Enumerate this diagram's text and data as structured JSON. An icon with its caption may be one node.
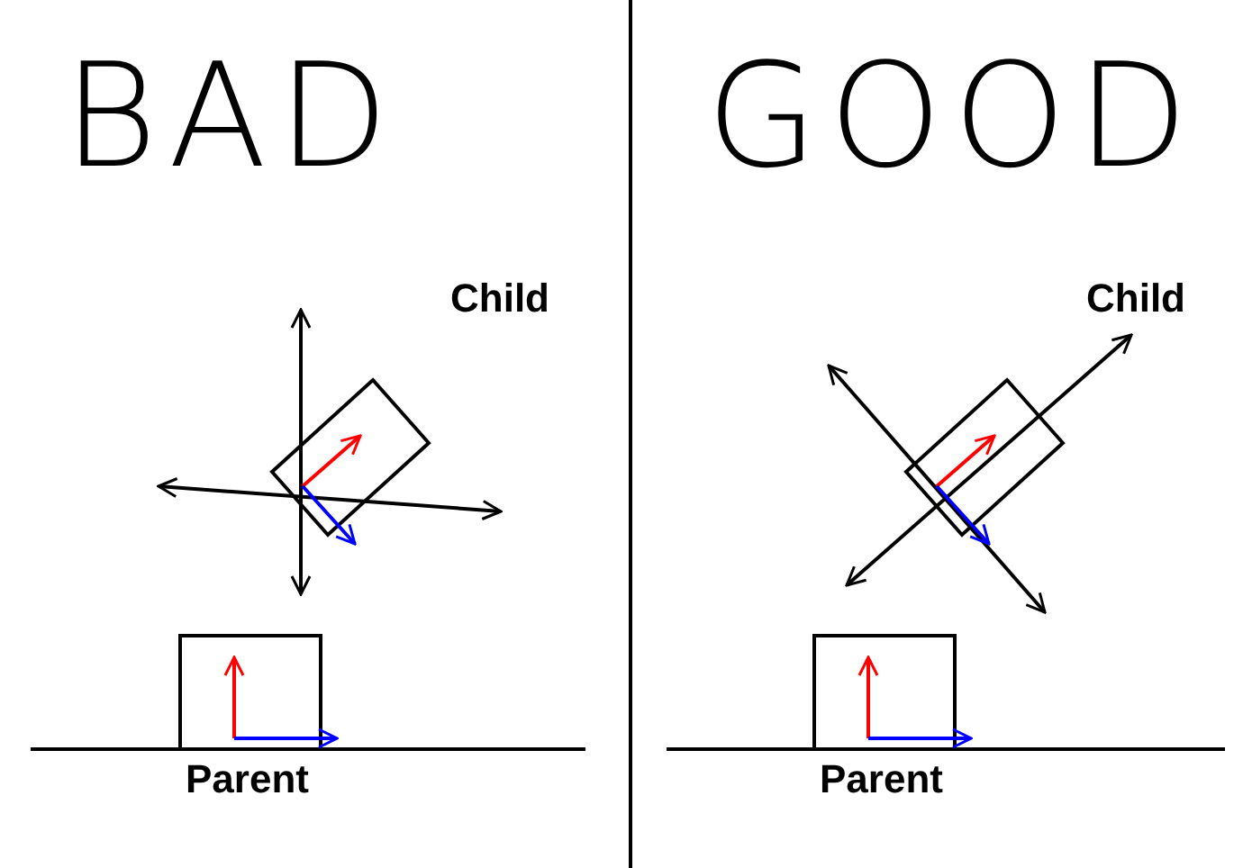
{
  "diagram": {
    "labels": [
      "BAD",
      "Child",
      "Parent",
      "GOOD",
      "Child",
      "Parent"
    ]
  }
}
